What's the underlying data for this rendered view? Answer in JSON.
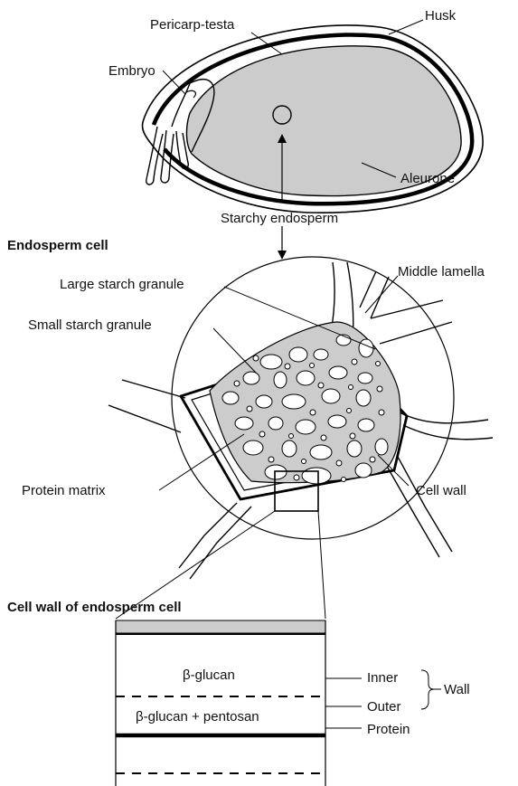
{
  "grain_section": {
    "labels": {
      "pericarp_testa": "Pericarp-testa",
      "husk": "Husk",
      "embryo": "Embryo",
      "aleurone": "Aleurone",
      "starchy_endosperm": "Starchy endosperm"
    }
  },
  "endosperm_cell": {
    "heading": "Endosperm cell",
    "labels": {
      "large_starch_granule": "Large starch granule",
      "middle_lamella": "Middle lamella",
      "small_starch_granule": "Small starch granule",
      "protein_matrix": "Protein matrix",
      "cell_wall": "Cell wall"
    }
  },
  "cell_wall_detail": {
    "heading": "Cell wall of endosperm cell",
    "layers": {
      "beta_glucan": "β-glucan",
      "beta_glucan_pentosan": "β-glucan + pentosan"
    },
    "labels": {
      "inner": "Inner",
      "outer": "Outer",
      "wall": "Wall",
      "protein": "Protein"
    }
  },
  "colors": {
    "ink": "#000000",
    "fill_gray": "#cccccc",
    "background": "#ffffff"
  }
}
